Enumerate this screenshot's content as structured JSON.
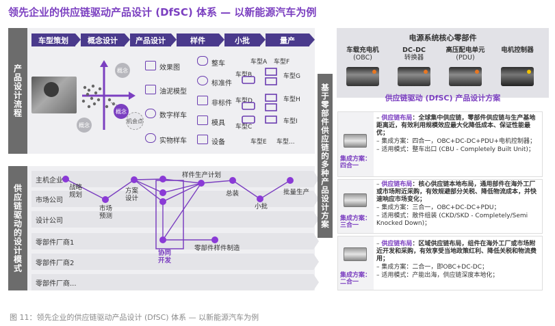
{
  "title": "领先企业的供应链驱动产品设计 (DfSC) 体系 — 以新能源汽车为例",
  "caption": "图 11：领先企业的供应链驱动产品设计 (DfSC) 体系 — 以新能源汽车为例",
  "left_top": {
    "vertical_label": "产品设计流程",
    "phases": [
      "车型策划",
      "概念设计",
      "产品设计",
      "样件",
      "小批",
      "量产"
    ],
    "concept_bubbles": [
      "概念",
      "概念",
      "概念",
      "机会点"
    ],
    "design_items": [
      "效果图",
      "油泥模型",
      "数字样车",
      "实物样车"
    ],
    "prototype_items": [
      "整车",
      "标准件",
      "非标件",
      "模具",
      "设备"
    ],
    "vehicle_models": [
      "车型A",
      "车型B",
      "车型C",
      "车型D",
      "车型E",
      "车型F",
      "车型G",
      "车型H",
      "车型I",
      "车型..."
    ]
  },
  "left_bottom": {
    "vertical_label": "供应链驱动的设计模式",
    "lanes": [
      "主机企业",
      "市场公司",
      "设计公司",
      "零部件厂商1",
      "零部件厂商2",
      "零部件厂商..."
    ],
    "flow_labels": {
      "strategy": "战略\n规划",
      "market": "市场\n预测",
      "plan": "方案\n设计",
      "collab": "协同\n开发",
      "sample_plan": "样件生产计划",
      "sample_mfg": "零部件样件制造",
      "assembly": "总装",
      "small_batch": "小批",
      "mass": "批量生产"
    }
  },
  "middle_label": "基于零部件供应链的多种产品设计方案",
  "right": {
    "header_title": "电源系统核心零部件",
    "parts": [
      {
        "name": "车载充电机",
        "sub": "(OBC)"
      },
      {
        "name": "DC-DC",
        "sub": "转换器"
      },
      {
        "name": "高压配电单元",
        "sub": "(PDU)"
      },
      {
        "name": "电机控制器",
        "sub": ""
      }
    ],
    "solution_title": "供应链驱动 (DfSC) 产品设计方案",
    "cards": [
      {
        "mode": "集成方案：\n四合一",
        "lead": "供应链布局",
        "lead_text": "：全球集中供应链，零部件供应链与生产基地距离近，有效利用规模效应最大化降低成本、保证性能最优；",
        "l2": "集成方案：四合一，OBC+DC-DC+PDU+电机控制器；",
        "l3": "适用模式：整车出口 (CBU - Completely Built Unit)；"
      },
      {
        "mode": "集成方案：\n三合一",
        "lead": "供应链布局",
        "lead_text": "：核心供应链本地布局，通用部件在海外工厂或市场附近采购，有效规避部分关税、降低物流成本，并快速响应市场变化；",
        "l2": "集成方案：三合一，OBC+DC-DC+PDU；",
        "l3": "适用模式：散件组装 (CKD/SKD - Completely/Semi Knocked Down)；"
      },
      {
        "mode": "集成方案：\n二合一",
        "lead": "供应链布局",
        "lead_text": "：区域供应链布局，组件在海外工厂或市场附近开发和采购，有效享受当地政策红利、降低关税和物流费用；",
        "l2": "集成方案：二合一，即OBC+DC-DC；",
        "l3": "适用模式：产能出海，供应链深度本地化；"
      }
    ]
  },
  "colors": {
    "accent": "#7b3fc0",
    "phase_bg": "#4a3a8c",
    "label_bg": "#6c6c6c"
  }
}
